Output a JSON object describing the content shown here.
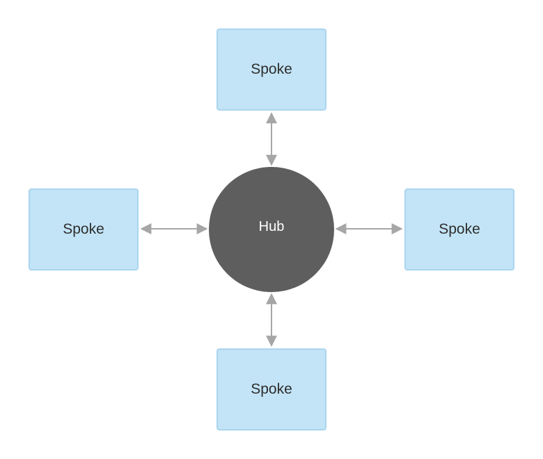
{
  "diagram": {
    "hub": {
      "label": "Hub"
    },
    "spokes": [
      {
        "id": "top",
        "label": "Spoke"
      },
      {
        "id": "left",
        "label": "Spoke"
      },
      {
        "id": "right",
        "label": "Spoke"
      },
      {
        "id": "bottom",
        "label": "Spoke"
      }
    ],
    "connectors": [
      {
        "from": "hub",
        "to": "top",
        "direction": "bidirectional"
      },
      {
        "from": "hub",
        "to": "left",
        "direction": "bidirectional"
      },
      {
        "from": "hub",
        "to": "right",
        "direction": "bidirectional"
      },
      {
        "from": "hub",
        "to": "bottom",
        "direction": "bidirectional"
      }
    ]
  },
  "colors": {
    "spoke_fill": "#c3e4f6",
    "spoke_border": "#a9d5ef",
    "hub_fill": "#5e5e5e",
    "connector": "#a6a6a6"
  }
}
